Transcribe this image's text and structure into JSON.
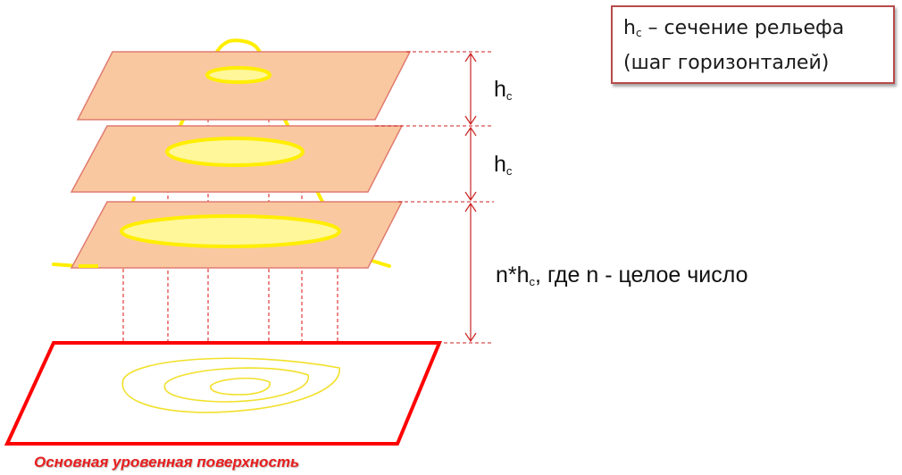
{
  "legend": {
    "symbol": "h",
    "symbol_sub": "c",
    "definition": " – сечение рельефа",
    "definition_line2": "(шаг горизонталей)"
  },
  "labels": {
    "hc_symbol": "h",
    "hc_sub": "c",
    "nhc_prefix": "n*h",
    "nhc_sub": "c",
    "nhc_suffix": ", где n - целое число"
  },
  "caption": "Основная уровенная поверхность",
  "colors": {
    "plane_fill": "#fac8a0",
    "plane_stroke": "#e07b70",
    "contour": "#ffee00",
    "contour_fill": "#fff79a",
    "base_stroke": "#ff0000",
    "dimension": "#cc2222",
    "projection": "#dd1111"
  }
}
